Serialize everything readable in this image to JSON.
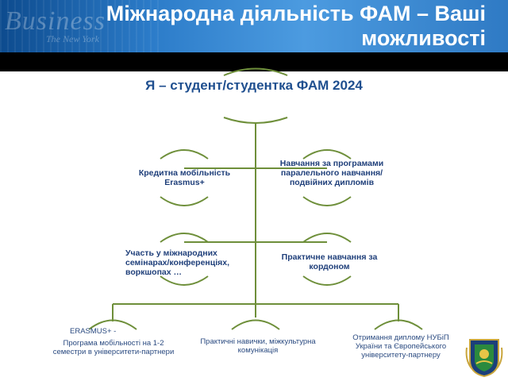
{
  "slide": {
    "title": "Міжнародна діяльність ФАМ – Ваші можливості",
    "header_bg_word": "Business",
    "header_bg_subword": "The New York",
    "root": "Я – студент/студентка ФАМ 2024",
    "level1_left": "Кредитна мобільність Erasmus+",
    "level1_right": "Навчання за програмами паралельного навчання/подвійних дипломів",
    "level2_left": "Участь у міжнародних семінарах/конференціях, воркшопах …",
    "level2_right": "Практичне навчання за кордоном",
    "leaf1_a": "ERASMUS+ -",
    "leaf1_b": "Програма мобільності на 1-2 семестри в університети-партнери",
    "leaf2": "Практичні навички, міжкультурна комунікація",
    "leaf3": "Отримання диплому НУБіП України та Європейського університету-партнеру"
  },
  "colors": {
    "tree_line": "#6e8f3a",
    "header_blue": "#2c7cc9",
    "text_blue": "#1f4f8f"
  }
}
